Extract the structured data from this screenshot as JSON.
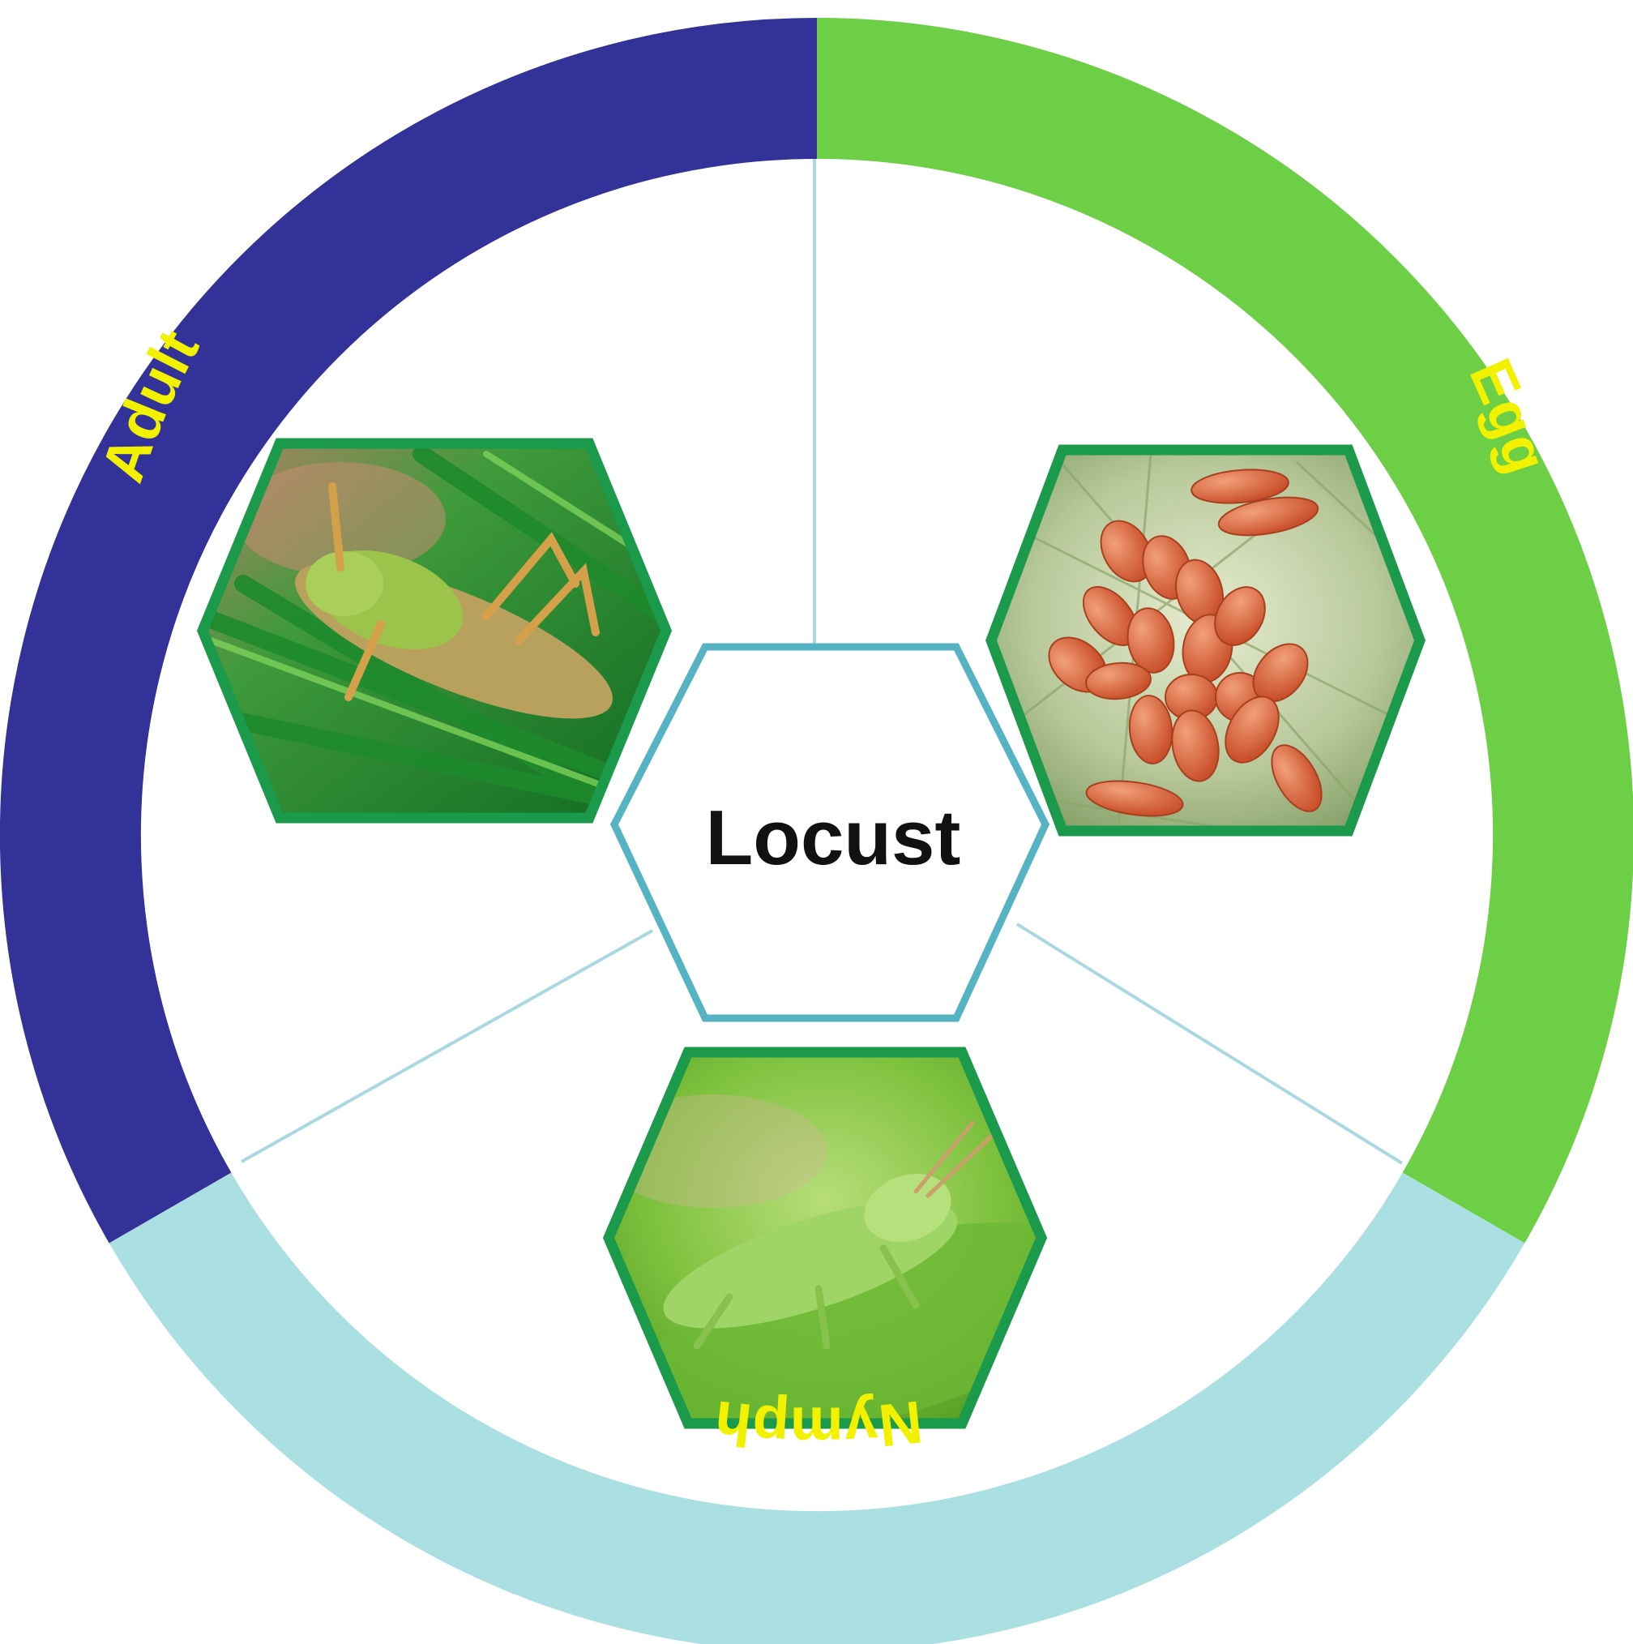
{
  "center": {
    "label": "Locust"
  },
  "stages": [
    {
      "id": "egg",
      "label": "Egg",
      "ring_color": "#6dcf46",
      "label_color": "#f2f200",
      "photo": "orange-egg-cluster-on-leaf"
    },
    {
      "id": "nymph",
      "label": "Nymph",
      "ring_color": "#abe0e3",
      "label_color": "#f2f200",
      "photo": "green-nymph-on-leaf"
    },
    {
      "id": "adult",
      "label": "Adult",
      "ring_color": "#323299",
      "label_color": "#f2f200",
      "photo": "adult-grasshopper-on-grass"
    }
  ],
  "colors": {
    "hexagon_border": "#1a9a4a",
    "center_border": "#56b3c4",
    "spoke": "#a9d8df"
  }
}
